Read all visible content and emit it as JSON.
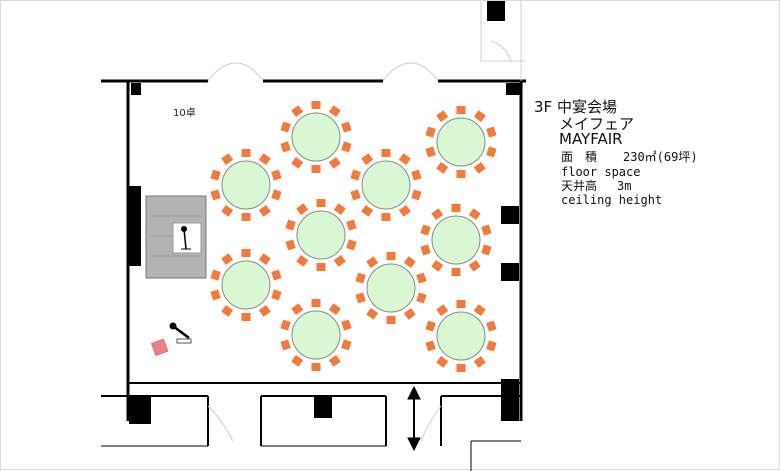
{
  "venue": {
    "floor_name": "3F 中宴会場",
    "name_kana": "メイフェア",
    "name_en": "MAYFAIR",
    "area_label": "面　積",
    "area_value": "230㎡(69坪)",
    "area_en": "floor space",
    "ceiling_label": "天井高",
    "ceiling_value": "3m",
    "ceiling_en": "ceiling height"
  },
  "layout": {
    "tables_label": "10卓",
    "table_count": 10,
    "chairs_per_table": 10
  },
  "colors": {
    "table_fill": "#d9f7d3",
    "chair_fill": "#f27a3a",
    "stage_fill": "#b3b3b3",
    "wall": "#000000",
    "podium_fill": "#ef7f86"
  },
  "icons": {
    "mic": "microphone-icon",
    "door_arrow": "double-arrow-icon"
  }
}
